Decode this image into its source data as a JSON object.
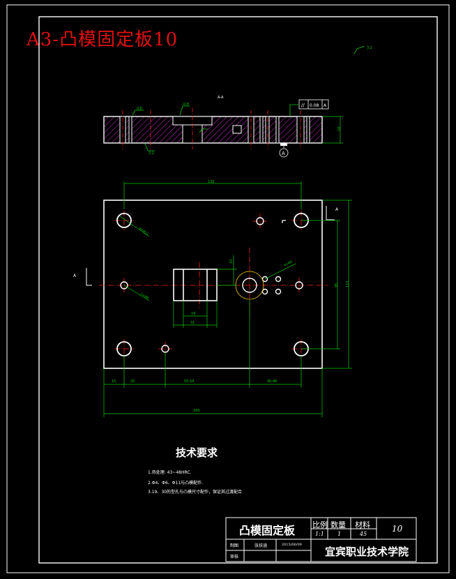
{
  "banner": "A3-凸模固定板10",
  "section_label": "A-A",
  "tolerance_frame": {
    "symbol": "//",
    "value": "0.08",
    "datum": "A"
  },
  "roughness": {
    "plate_top_left": "0.8",
    "plate_top_mid": "0.8",
    "plate_bottom": "3.2",
    "sign_corner": "3.2"
  },
  "section_height": "18",
  "datum_letter": "A",
  "view_marks": {
    "left": "A",
    "right": "A"
  },
  "dims": {
    "top_width": "130",
    "height_mid": "95",
    "height_total": "115",
    "width_total": "160",
    "bottom_15": "15",
    "bottom_20": "20",
    "bottom_5054": "50.54",
    "bottom_4046": "40.46",
    "slot_inner": "19",
    "slot_outer": "31",
    "slot_height": "10",
    "hole_callout_tl": "4×Φ11",
    "hole_callout_left": "2×Φ8",
    "hole_callout_center": "4×Φ6"
  },
  "tech": {
    "title": "技术要求",
    "items": [
      "1.热处理: 43~48HRC.",
      "2.Φ4、Φ6、Φ11与凸模配作.",
      "3.19、30的型孔与凸模尺寸配作，保证其过渡配合"
    ]
  },
  "title_block": {
    "part_name": "凸模固定板",
    "scale_label": "比例",
    "qty_label": "数量",
    "material_label": "材料",
    "scale_value": "1:1",
    "qty_value": "1",
    "material_value": "45",
    "drawing_no": "10",
    "draw_label": "制图",
    "draw_name": "张扶涵",
    "draw_date": "2015/06/09",
    "review_label": "审核",
    "school": "宜宾职业技术学院"
  },
  "colors": {
    "outline": "#ffffff",
    "dimension": "#00cc00",
    "centerline": "#ff2020",
    "hatch": "#cc33cc",
    "accent": "#e01010"
  }
}
